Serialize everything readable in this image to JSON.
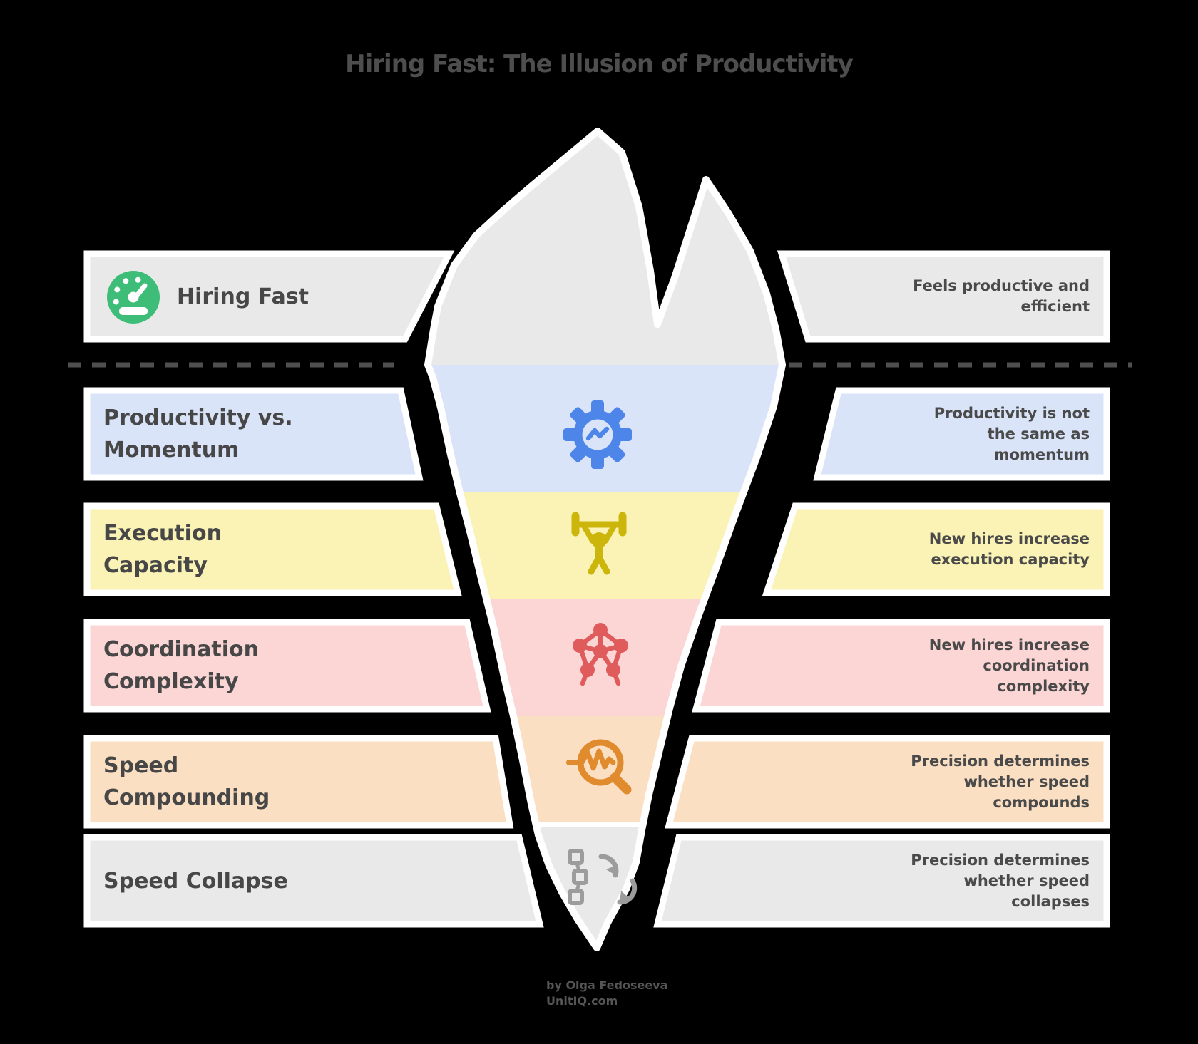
{
  "title": "Hiring Fast: The Illusion of Productivity",
  "rows": [
    {
      "id": "hiring-fast",
      "label": "Hiring Fast",
      "description": "Feels productive and\nefficient",
      "band_color": "#e9e9e9",
      "icon": "gauge-icon",
      "icon_color": "#3dbd78",
      "position": "above-waterline"
    },
    {
      "id": "productivity-vs-momentum",
      "label": "Productivity vs.\nMomentum",
      "description": "Productivity is not\nthe same as\nmomentum",
      "band_color": "#d9e4f8",
      "icon": "gear-trend-icon",
      "icon_color": "#4d86e8",
      "position": "below-waterline"
    },
    {
      "id": "execution-capacity",
      "label": "Execution\nCapacity",
      "description": "New hires increase\nexecution capacity",
      "band_color": "#faf3b5",
      "icon": "weightlifter-icon",
      "icon_color": "#ccb60b",
      "position": "below-waterline"
    },
    {
      "id": "coordination-complexity",
      "label": "Coordination\nComplexity",
      "description": "New hires increase\ncoordination\ncomplexity",
      "band_color": "#fbd6d5",
      "icon": "atomium-icon",
      "icon_color": "#e05b5b",
      "position": "below-waterline"
    },
    {
      "id": "speed-compounding",
      "label": "Speed\nCompounding",
      "description": "Precision determines\nwhether speed\ncompounds",
      "band_color": "#fbdfc3",
      "icon": "pulse-magnifier-icon",
      "icon_color": "#e08b2d",
      "position": "below-waterline"
    },
    {
      "id": "speed-collapse",
      "label": "Speed Collapse",
      "description": "Precision determines\nwhether speed\ncollapses",
      "band_color": "#e9e9e9",
      "icon": "workflow-loop-icon",
      "icon_color": "#9c9c9c",
      "position": "below-waterline"
    }
  ],
  "footer": {
    "byline": "by Olga Fedoseeva",
    "website": "UnitIQ.com"
  },
  "colors": {
    "background": "#000000",
    "iceberg_above_water": "#e9e9e9",
    "blue_band": "#d9e4f8",
    "yellow_band": "#faf3b5",
    "pink_band": "#fbd6d5",
    "peach_band": "#fbdfc3",
    "gray_band": "#e9e9e9",
    "outline_white": "#ffffff",
    "waterline_dash": "#4f4f4f",
    "title_text": "#4e4e4e",
    "body_text": "#4a4a4a"
  }
}
